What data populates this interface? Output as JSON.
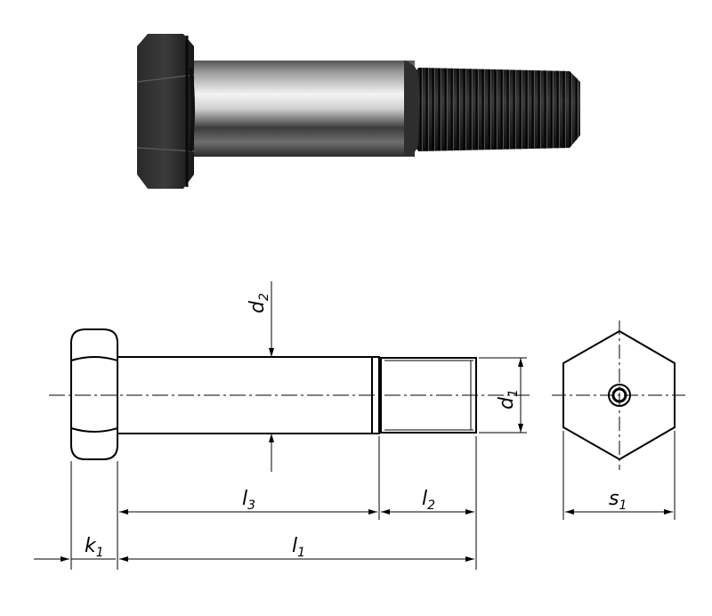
{
  "photo": {
    "alt": "hex-head-shoulder-bolt-photo"
  },
  "labels": {
    "d2": {
      "base": "d",
      "sub": "2"
    },
    "d1": {
      "base": "d",
      "sub": "1"
    },
    "l3": {
      "base": "l",
      "sub": "3"
    },
    "l2": {
      "base": "l",
      "sub": "2"
    },
    "l1": {
      "base": "l",
      "sub": "1"
    },
    "k1": {
      "base": "k",
      "sub": "1"
    },
    "s1": {
      "base": "s",
      "sub": "1"
    }
  },
  "colors": {
    "line": "#000000",
    "shaft_light": "#f2f2f2",
    "shaft_dark": "#3a3a3a",
    "head_dark": "#1e1e1e",
    "thread_dark": "#151515"
  }
}
